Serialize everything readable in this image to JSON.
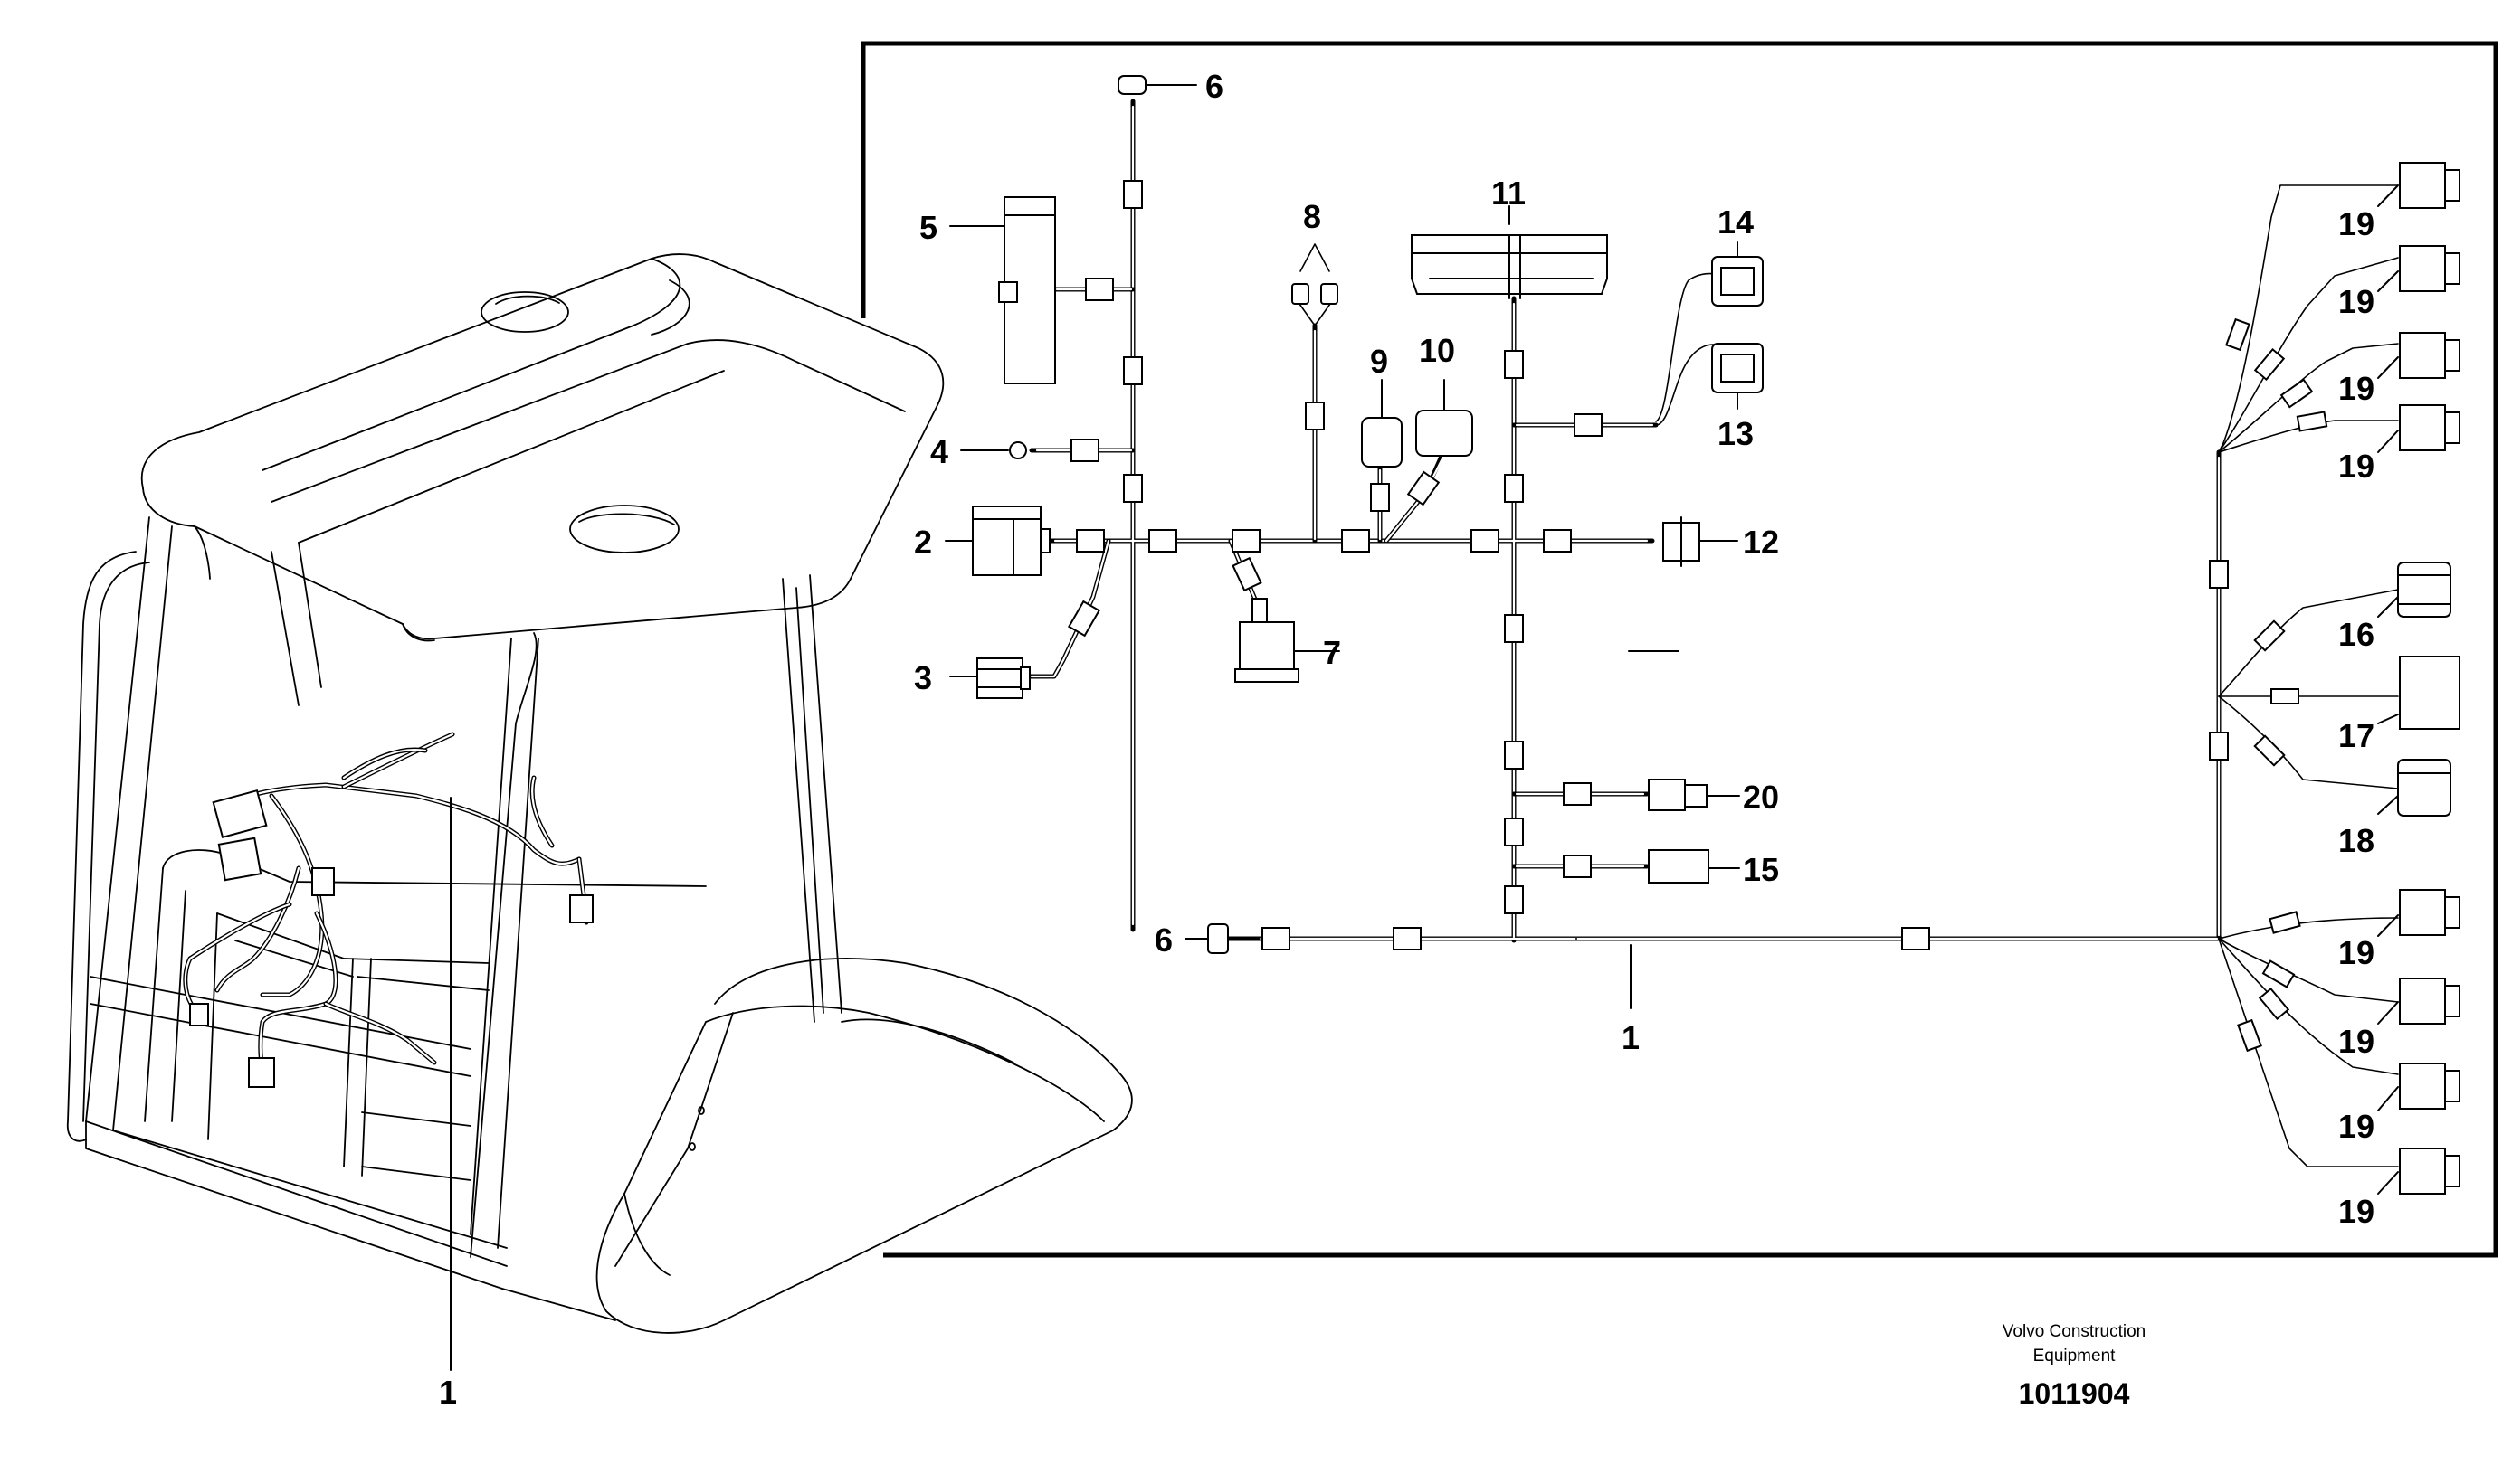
{
  "callouts": {
    "c1_left": "1",
    "c1_main": "1",
    "c2": "2",
    "c3": "3",
    "c4": "4",
    "c5": "5",
    "c6_top": "6",
    "c6_bottom": "6",
    "c7": "7",
    "c8": "8",
    "c9": "9",
    "c10": "10",
    "c11": "11",
    "c12": "12",
    "c13": "13",
    "c14": "14",
    "c15": "15",
    "c16": "16",
    "c17": "17",
    "c18": "18",
    "c19_a": "19",
    "c19_b": "19",
    "c19_c": "19",
    "c19_d": "19",
    "c19_e": "19",
    "c19_f": "19",
    "c19_g": "19",
    "c19_h": "19",
    "c20": "20"
  },
  "caption": {
    "line1": "Volvo Construction",
    "line2": "Equipment",
    "doc_number": "1011904"
  }
}
